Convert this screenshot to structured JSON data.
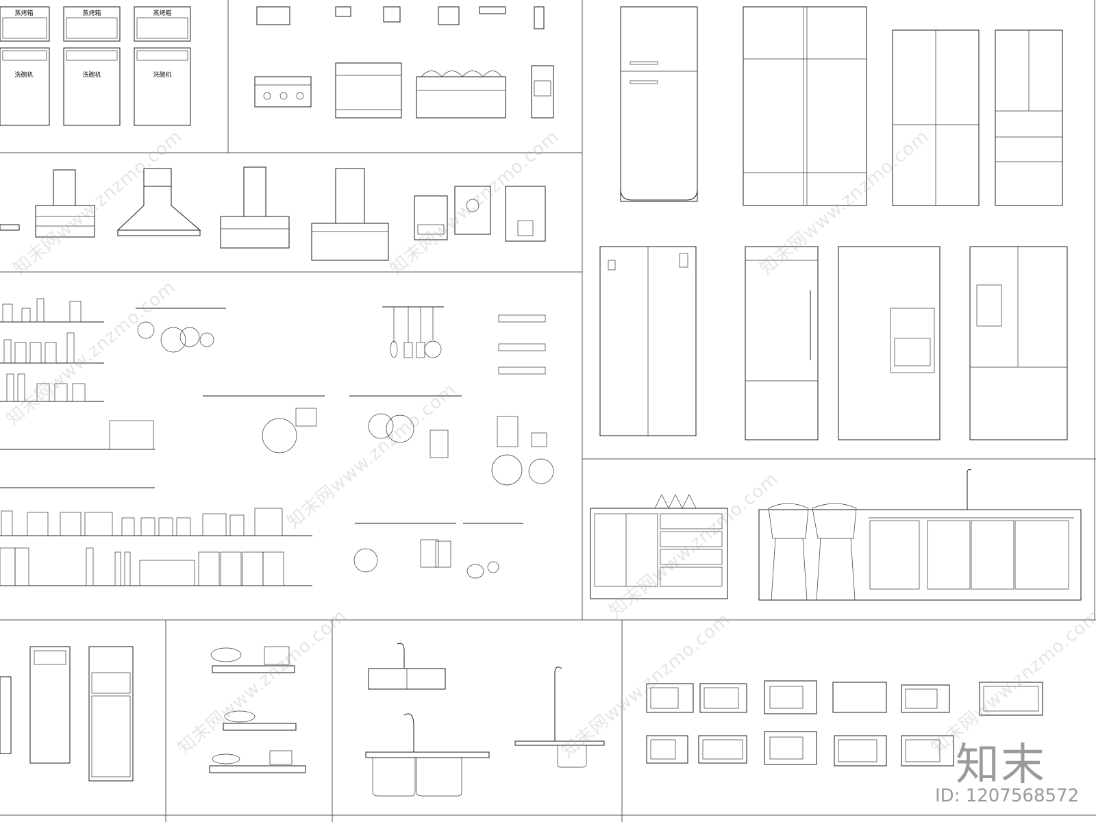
{
  "appliance_labels": {
    "oven": "蒸烤箱",
    "dishwasher": "洗碗机"
  },
  "watermark": {
    "text": "知末网www.znzmo.com"
  },
  "brand": {
    "logo_text": "知末",
    "id_text": "ID: 1207568572"
  }
}
